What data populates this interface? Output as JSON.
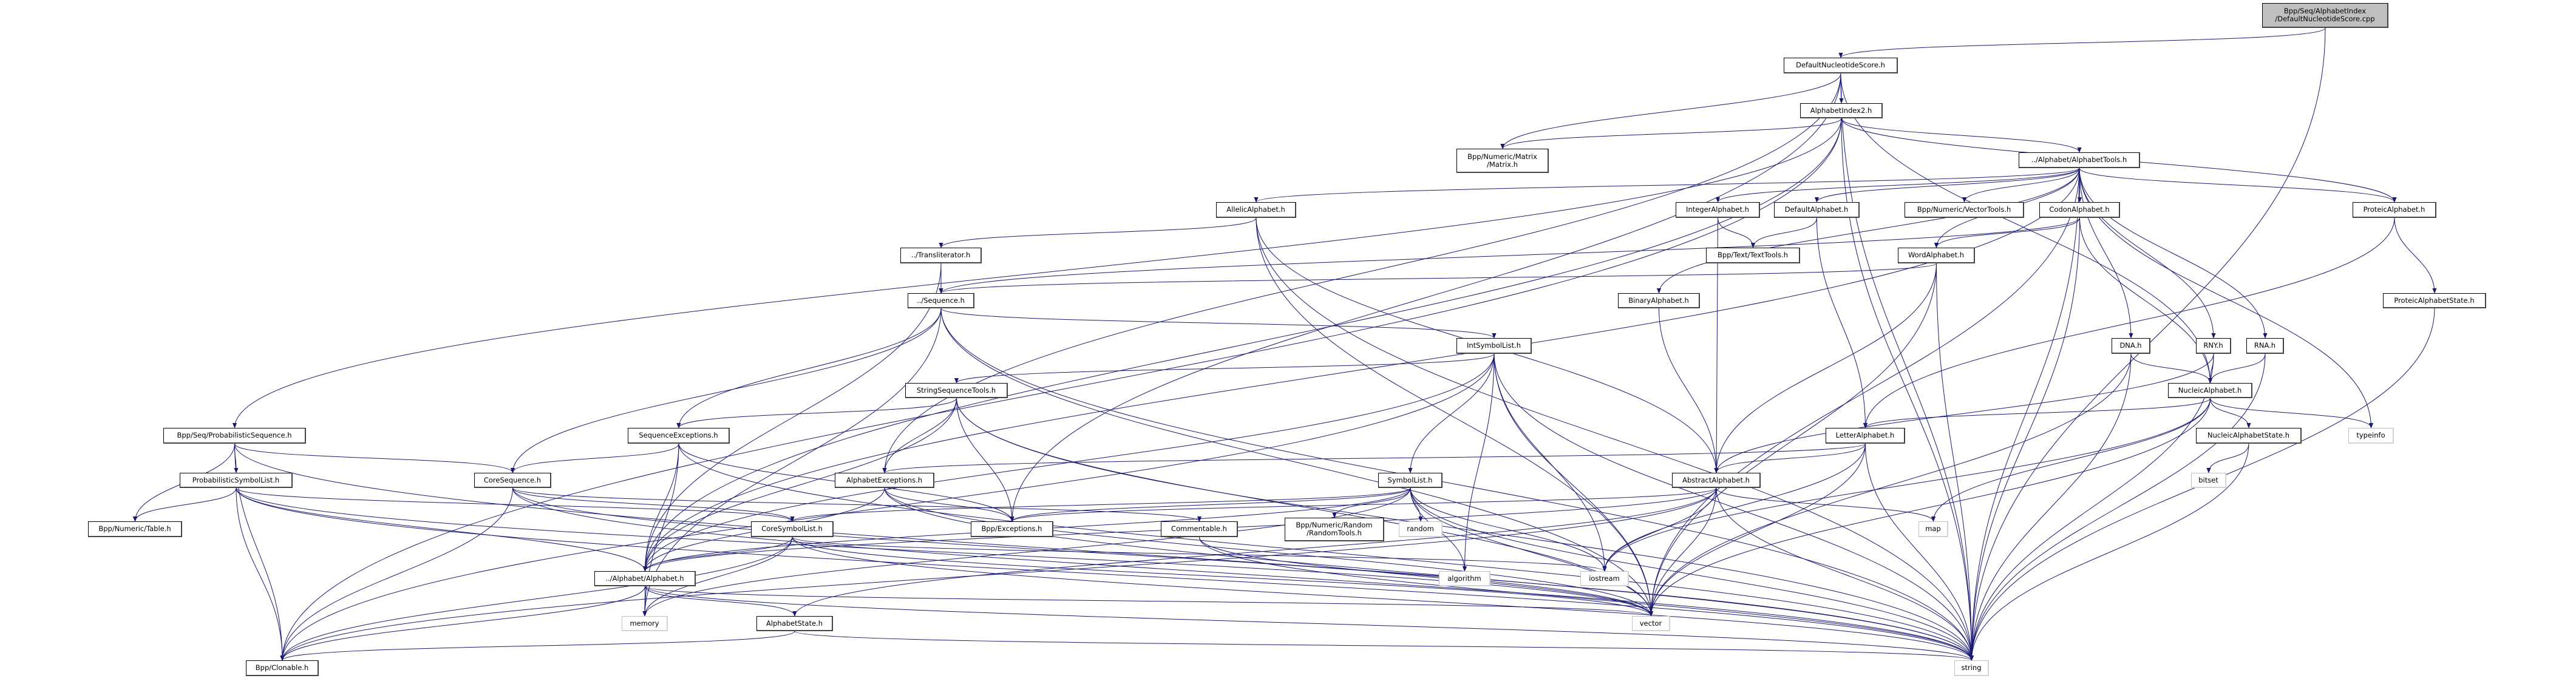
{
  "colors": {
    "edge": "#191970",
    "root_fill": "#bfbfbf",
    "system_border": "#bfbfbf"
  },
  "nodes": {
    "cpp": "Bpp/Seq/AlphabetIndex\n/DefaultNucleotideScore.cpp",
    "dns": "DefaultNucleotideScore.h",
    "ai2": "AlphabetIndex2.h",
    "atools": "../Alphabet/AlphabetTools.h",
    "matrix": "Bpp/Numeric/Matrix\n/Matrix.h",
    "allelic": "AllelicAlphabet.h",
    "integer": "IntegerAlphabet.h",
    "defalpha": "DefaultAlphabet.h",
    "vectools": "Bpp/Numeric/VectorTools.h",
    "codon": "CodonAlphabet.h",
    "proteic": "ProteicAlphabet.h",
    "translit": "../Transliterator.h",
    "texttools": "Bpp/Text/TextTools.h",
    "word": "WordAlphabet.h",
    "sequence": "../Sequence.h",
    "binary": "BinaryAlphabet.h",
    "protstate": "ProteicAlphabetState.h",
    "intsym": "IntSymbolList.h",
    "dna": "DNA.h",
    "rny": "RNY.h",
    "rna": "RNA.h",
    "strseq": "StringSequenceTools.h",
    "nucleic": "NucleicAlphabet.h",
    "probseq": "Bpp/Seq/ProbabilisticSequence.h",
    "seqexc": "SequenceExceptions.h",
    "letter": "LetterAlphabet.h",
    "nucstate": "NucleicAlphabetState.h",
    "typeinfo": "typeinfo",
    "probsym": "ProbabilisticSymbolList.h",
    "coreseq": "CoreSequence.h",
    "alphexc": "AlphabetExceptions.h",
    "symlist": "SymbolList.h",
    "abstract": "AbstractAlphabet.h",
    "bitset": "bitset",
    "table": "Bpp/Numeric/Table.h",
    "coresym": "CoreSymbolList.h",
    "exceptions": "Bpp/Exceptions.h",
    "commentable": "Commentable.h",
    "randomtools": "Bpp/Numeric/Random\n/RandomTools.h",
    "random": "random",
    "map": "map",
    "alphabet": "../Alphabet/Alphabet.h",
    "algorithm": "algorithm",
    "iostream": "iostream",
    "memory": "memory",
    "astate": "AlphabetState.h",
    "vector": "vector",
    "clonable": "Bpp/Clonable.h",
    "string": "string"
  },
  "system_headers": [
    "typeinfo",
    "bitset",
    "random",
    "map",
    "algorithm",
    "iostream",
    "memory",
    "vector",
    "string"
  ],
  "root": "cpp",
  "edges": [
    [
      "cpp",
      "dns"
    ],
    [
      "cpp",
      "string"
    ],
    [
      "dns",
      "ai2"
    ],
    [
      "dns",
      "matrix"
    ],
    [
      "dns",
      "alphexc"
    ],
    [
      "dns",
      "exceptions"
    ],
    [
      "dns",
      "nucleic"
    ],
    [
      "dns",
      "string"
    ],
    [
      "ai2",
      "atools"
    ],
    [
      "ai2",
      "matrix"
    ],
    [
      "ai2",
      "clonable"
    ],
    [
      "ai2",
      "alphabet"
    ],
    [
      "ai2",
      "proteic"
    ],
    [
      "ai2",
      "string"
    ],
    [
      "ai2",
      "probseq"
    ],
    [
      "atools",
      "allelic"
    ],
    [
      "atools",
      "binary"
    ],
    [
      "atools",
      "integer"
    ],
    [
      "atools",
      "defalpha"
    ],
    [
      "atools",
      "vectools"
    ],
    [
      "atools",
      "codon"
    ],
    [
      "atools",
      "word"
    ],
    [
      "atools",
      "proteic"
    ],
    [
      "atools",
      "dna"
    ],
    [
      "atools",
      "rna"
    ],
    [
      "atools",
      "rny"
    ],
    [
      "atools",
      "typeinfo"
    ],
    [
      "atools",
      "vector"
    ],
    [
      "atools",
      "string"
    ],
    [
      "atools",
      "alphabet"
    ],
    [
      "allelic",
      "translit"
    ],
    [
      "allelic",
      "abstract"
    ],
    [
      "allelic",
      "vector"
    ],
    [
      "allelic",
      "string"
    ],
    [
      "translit",
      "sequence"
    ],
    [
      "translit",
      "alphabet"
    ],
    [
      "sequence",
      "intsym"
    ],
    [
      "sequence",
      "seqexc"
    ],
    [
      "sequence",
      "coreseq"
    ],
    [
      "sequence",
      "memory"
    ],
    [
      "sequence",
      "string"
    ],
    [
      "sequence",
      "vector"
    ],
    [
      "intsym",
      "strseq"
    ],
    [
      "intsym",
      "symlist"
    ],
    [
      "intsym",
      "algorithm"
    ],
    [
      "intsym",
      "iostream"
    ],
    [
      "intsym",
      "vector"
    ],
    [
      "intsym",
      "string"
    ],
    [
      "intsym",
      "clonable"
    ],
    [
      "intsym",
      "alphabet"
    ],
    [
      "strseq",
      "alphexc"
    ],
    [
      "strseq",
      "exceptions"
    ],
    [
      "strseq",
      "seqexc"
    ],
    [
      "strseq",
      "alphabet"
    ],
    [
      "strseq",
      "vector"
    ],
    [
      "strseq",
      "string"
    ],
    [
      "seqexc",
      "coreseq"
    ],
    [
      "seqexc",
      "alphabet"
    ],
    [
      "seqexc",
      "exceptions"
    ],
    [
      "seqexc",
      "string"
    ],
    [
      "seqexc",
      "memory"
    ],
    [
      "probseq",
      "probsym"
    ],
    [
      "probseq",
      "table"
    ],
    [
      "probseq",
      "coreseq"
    ],
    [
      "probseq",
      "clonable"
    ],
    [
      "probseq",
      "string"
    ],
    [
      "probsym",
      "table"
    ],
    [
      "probsym",
      "coresym"
    ],
    [
      "probsym",
      "alphabet"
    ],
    [
      "probsym",
      "clonable"
    ],
    [
      "probsym",
      "string"
    ],
    [
      "probsym",
      "vector"
    ],
    [
      "coreseq",
      "coresym"
    ],
    [
      "coreseq",
      "commentable"
    ],
    [
      "coreseq",
      "clonable"
    ],
    [
      "coreseq",
      "string"
    ],
    [
      "coreseq",
      "vector"
    ],
    [
      "coresym",
      "alphabet"
    ],
    [
      "coresym",
      "memory"
    ],
    [
      "coresym",
      "vector"
    ],
    [
      "coresym",
      "string"
    ],
    [
      "coresym",
      "clonable"
    ],
    [
      "coresym",
      "iostream"
    ],
    [
      "symlist",
      "coresym"
    ],
    [
      "symlist",
      "exceptions"
    ],
    [
      "symlist",
      "randomtools"
    ],
    [
      "symlist",
      "random"
    ],
    [
      "symlist",
      "algorithm"
    ],
    [
      "symlist",
      "iostream"
    ],
    [
      "symlist",
      "vector"
    ],
    [
      "symlist",
      "string"
    ],
    [
      "symlist",
      "alphabet"
    ],
    [
      "symlist",
      "memory"
    ],
    [
      "alphexc",
      "exceptions"
    ],
    [
      "alphexc",
      "alphabet"
    ],
    [
      "alphexc",
      "vector"
    ],
    [
      "alphexc",
      "string"
    ],
    [
      "alphabet",
      "memory"
    ],
    [
      "alphabet",
      "astate"
    ],
    [
      "alphabet",
      "clonable"
    ],
    [
      "alphabet",
      "string"
    ],
    [
      "alphabet",
      "vector"
    ],
    [
      "astate",
      "clonable"
    ],
    [
      "astate",
      "string"
    ],
    [
      "commentable",
      "vector"
    ],
    [
      "commentable",
      "string"
    ],
    [
      "integer",
      "abstract"
    ],
    [
      "integer",
      "texttools"
    ],
    [
      "defalpha",
      "texttools"
    ],
    [
      "defalpha",
      "letter"
    ],
    [
      "codon",
      "word"
    ],
    [
      "codon",
      "nucleic"
    ],
    [
      "codon",
      "string"
    ],
    [
      "codon",
      "sequence"
    ],
    [
      "word",
      "abstract"
    ],
    [
      "word",
      "sequence"
    ],
    [
      "word",
      "vector"
    ],
    [
      "word",
      "string"
    ],
    [
      "binary",
      "abstract"
    ],
    [
      "proteic",
      "letter"
    ],
    [
      "proteic",
      "protstate"
    ],
    [
      "protstate",
      "string"
    ],
    [
      "dna",
      "nucleic"
    ],
    [
      "dna",
      "vector"
    ],
    [
      "dna",
      "string"
    ],
    [
      "rny",
      "nucleic"
    ],
    [
      "rny",
      "abstract"
    ],
    [
      "rny",
      "string"
    ],
    [
      "rna",
      "nucleic"
    ],
    [
      "rna",
      "string"
    ],
    [
      "nucleic",
      "letter"
    ],
    [
      "nucleic",
      "nucstate"
    ],
    [
      "nucleic",
      "typeinfo"
    ],
    [
      "nucleic",
      "map"
    ],
    [
      "nucleic",
      "iostream"
    ],
    [
      "nucleic",
      "vector"
    ],
    [
      "nucstate",
      "bitset"
    ],
    [
      "nucstate",
      "string"
    ],
    [
      "letter",
      "abstract"
    ],
    [
      "letter",
      "alphexc"
    ],
    [
      "letter",
      "string"
    ],
    [
      "letter",
      "vector"
    ],
    [
      "letter",
      "iostream"
    ],
    [
      "abstract",
      "map"
    ],
    [
      "abstract",
      "string"
    ],
    [
      "abstract",
      "vector"
    ],
    [
      "abstract",
      "exceptions"
    ],
    [
      "abstract",
      "alphabet"
    ],
    [
      "abstract",
      "astate"
    ],
    [
      "abstract",
      "clonable"
    ],
    [
      "abstract",
      "iostream"
    ]
  ]
}
